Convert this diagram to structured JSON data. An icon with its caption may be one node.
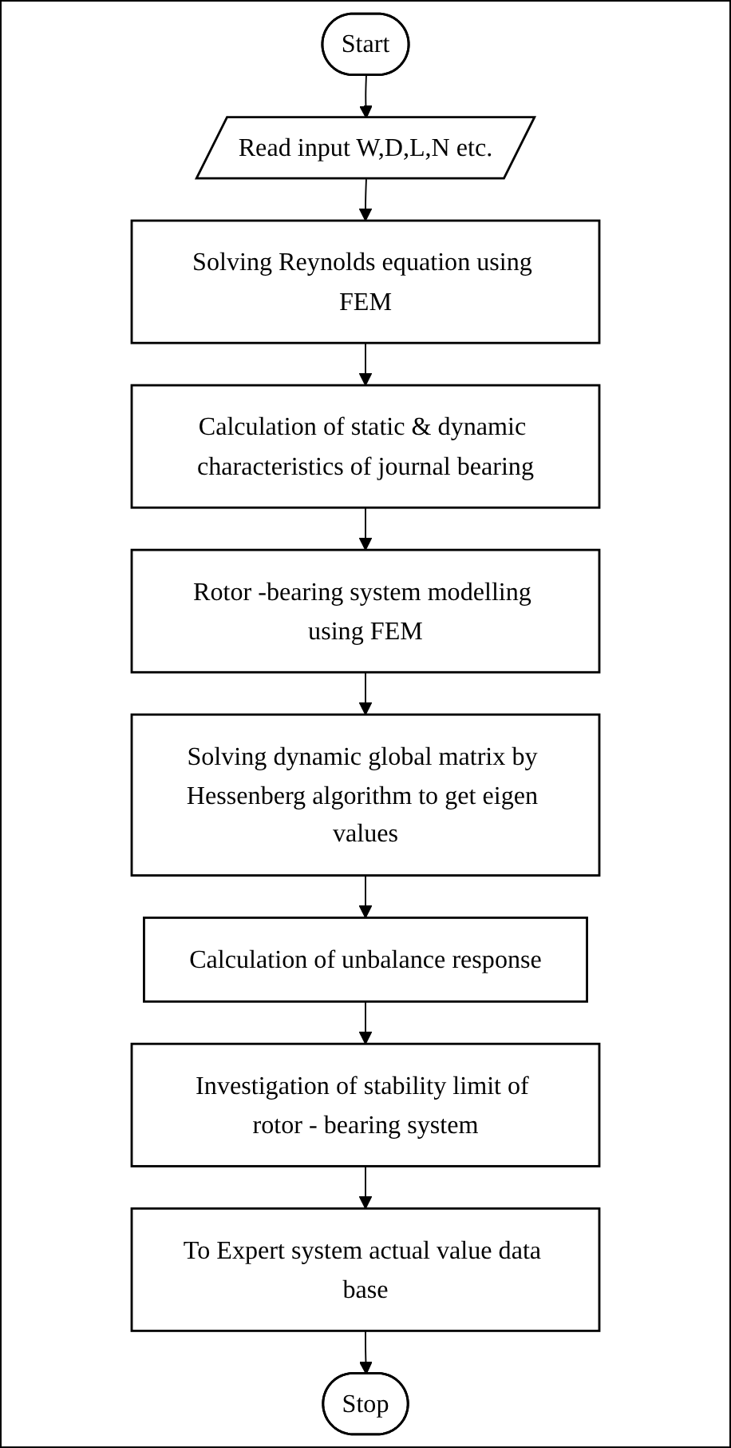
{
  "diagram": {
    "nodes": [
      {
        "text": [
          "Start"
        ]
      },
      {
        "text": [
          "Read input W,D,L,N etc."
        ]
      },
      {
        "text": [
          "Solving Reynolds equation using FEM"
        ]
      },
      {
        "text": [
          "Calculation of static & dynamic characteristics of journal bearing"
        ]
      },
      {
        "text": [
          "Rotor -bearing system modelling using FEM"
        ]
      },
      {
        "text": [
          "Solving dynamic global matrix by Hessenberg algorithm to get eigen values"
        ]
      },
      {
        "text": [
          "Calculation of unbalance response"
        ]
      },
      {
        "text": [
          "Investigation of stability limit of rotor - bearing system"
        ]
      },
      {
        "text": [
          "To Expert system actual value data base"
        ]
      },
      {
        "text": [
          "Stop"
        ]
      }
    ],
    "edges": [
      {
        "from": 0,
        "to": 1,
        "arrow": "to"
      },
      {
        "from": 1,
        "to": 2,
        "arrow": "to"
      },
      {
        "from": 2,
        "to": 3,
        "arrow": "to"
      },
      {
        "from": 3,
        "to": 4,
        "arrow": "to"
      },
      {
        "from": 4,
        "to": 5,
        "arrow": "to"
      },
      {
        "from": 5,
        "to": 6,
        "arrow": "to"
      },
      {
        "from": 6,
        "to": 7,
        "arrow": "to"
      },
      {
        "from": 7,
        "to": 8,
        "arrow": "to"
      },
      {
        "from": 8,
        "to": 9,
        "arrow": "to"
      }
    ]
  }
}
